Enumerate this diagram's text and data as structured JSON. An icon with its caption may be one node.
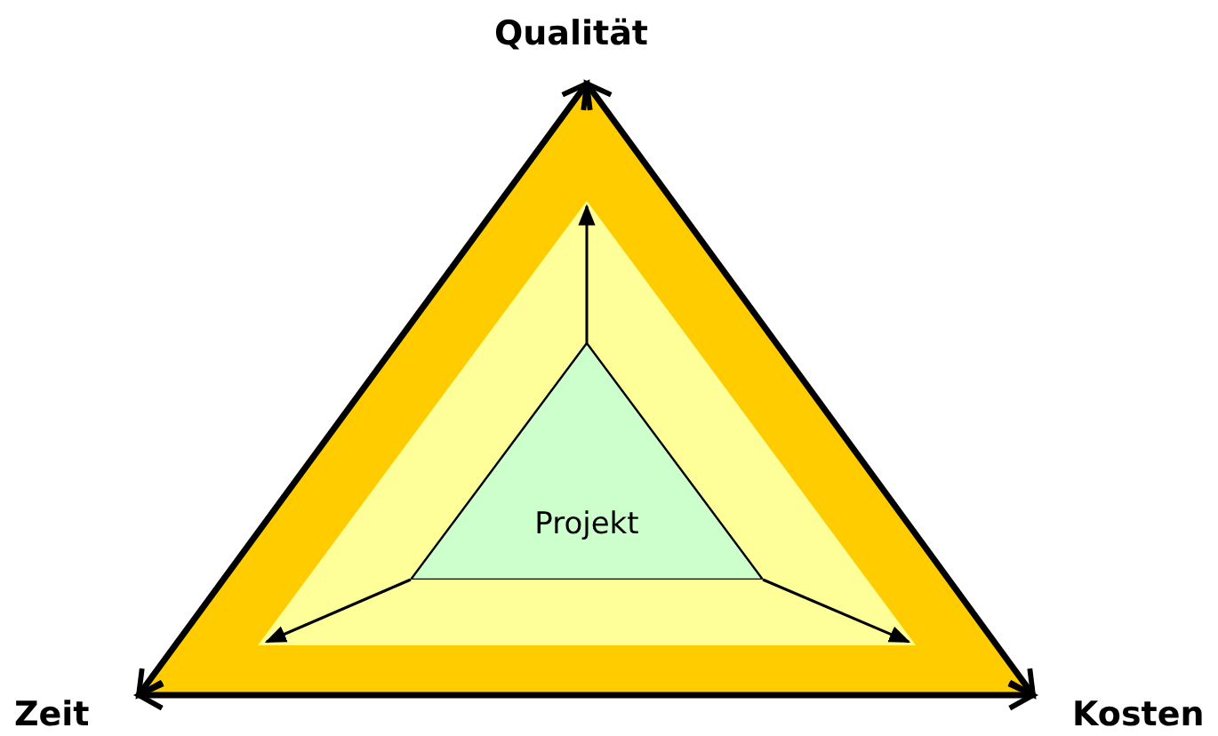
{
  "diagram": {
    "nodes": [
      {
        "text": [
          "Qualität"
        ]
      },
      {
        "text": [],
        "shape": "triangle"
      },
      {
        "text": [],
        "shape": "triangle",
        "in": 1
      },
      {
        "text": [
          "Projekt"
        ],
        "in": 2
      },
      {
        "text": [
          "Zeit"
        ]
      },
      {
        "text": [
          "Kosten"
        ]
      }
    ],
    "edges": [
      {
        "from": 0,
        "to": 4,
        "arrow": "both",
        "style": "thick"
      },
      {
        "from": 4,
        "to": 5,
        "arrow": "both",
        "style": "thick"
      },
      {
        "from": 5,
        "to": 0,
        "arrow": "both",
        "style": "thick"
      },
      {
        "from": 3,
        "to": null,
        "arrow": "to"
      },
      {
        "from": 3,
        "to": null,
        "arrow": "to"
      },
      {
        "from": 3,
        "to": null,
        "arrow": "to"
      }
    ]
  }
}
